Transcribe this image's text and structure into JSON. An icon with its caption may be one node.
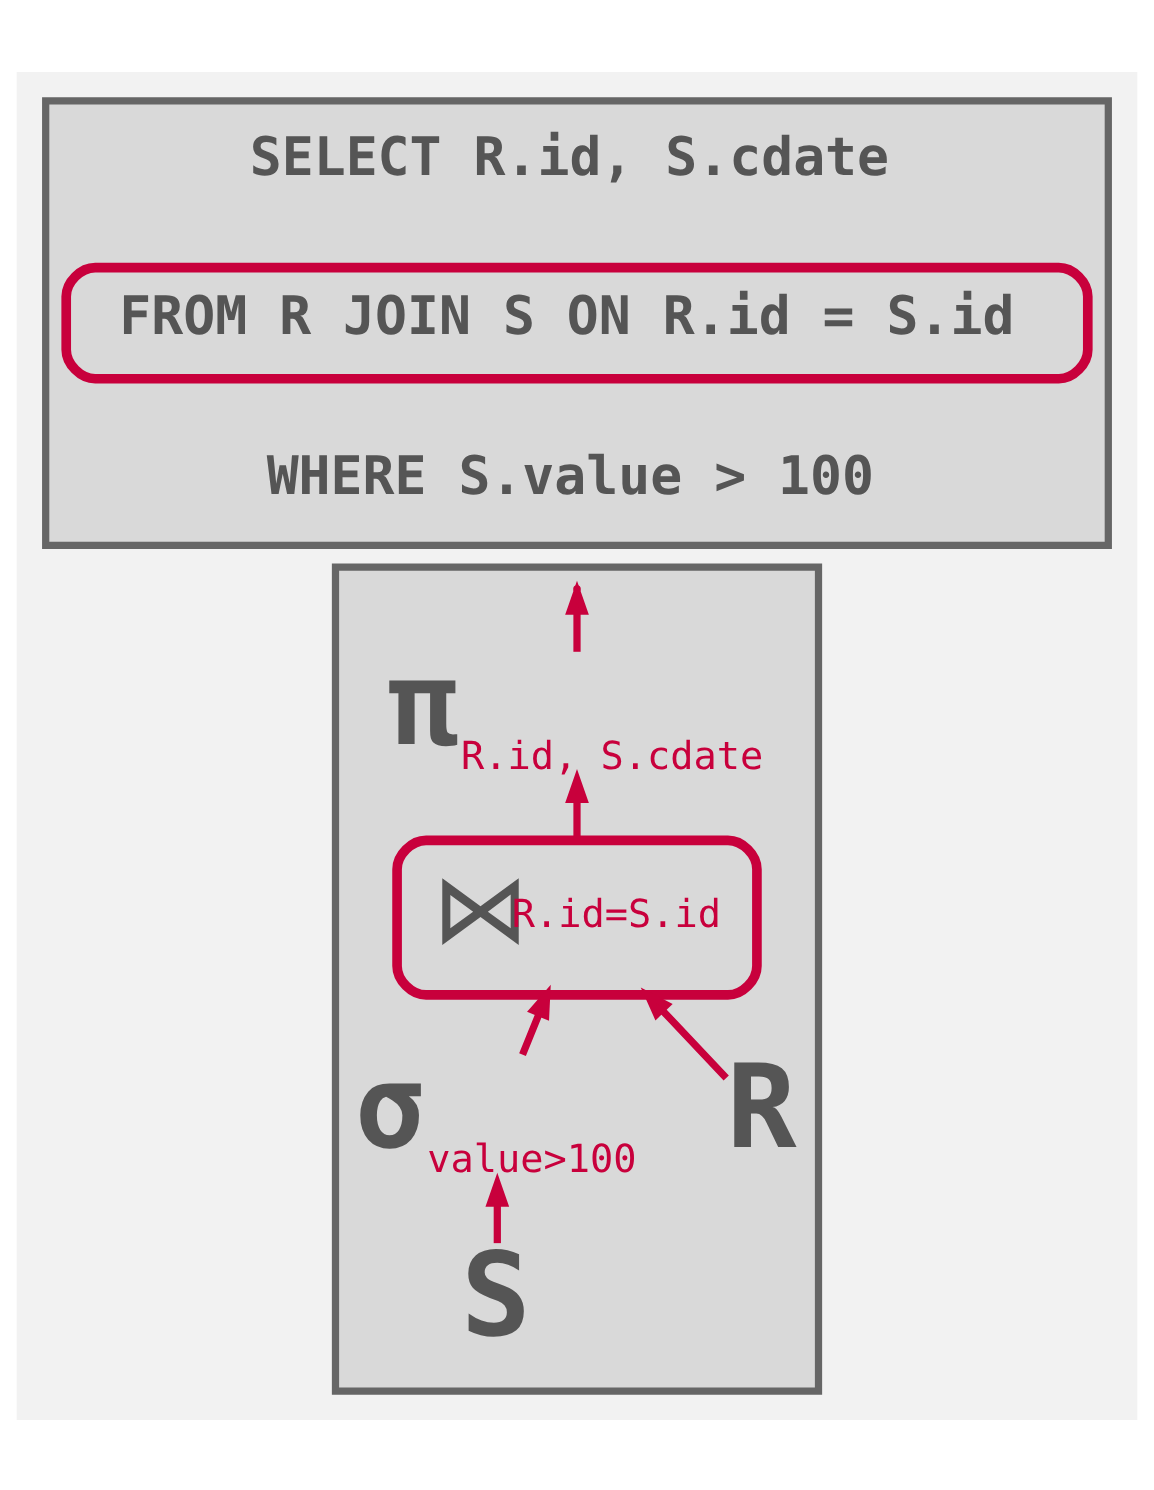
{
  "diagram": {
    "nodes": [
      {
        "text": [
          "SELECT R.id, S.cdate",
          "WHERE S.value > 100"
        ]
      },
      {
        "text": [
          "FROM R JOIN S ON R.id = S.id"
        ],
        "in": 0
      },
      {
        "text": [],
        "shape": "box"
      },
      {
        "text": [
          "π"
        ],
        "beside": [
          "R.id, S.cdate"
        ],
        "in": 2
      },
      {
        "text": [
          "⋈",
          "R.id=S.id"
        ],
        "in": 2
      },
      {
        "text": [
          "σ"
        ],
        "beside": [
          "value>100"
        ],
        "in": 2
      },
      {
        "text": [
          "R"
        ],
        "in": 2
      },
      {
        "text": [
          "S"
        ],
        "in": 2
      }
    ],
    "edges": [
      {
        "from": 6,
        "to": 4,
        "arrow": "to"
      },
      {
        "from": 5,
        "to": 4,
        "arrow": "to"
      },
      {
        "from": 7,
        "to": 5,
        "arrow": "to"
      },
      {
        "from": 4,
        "to": 3,
        "arrow": "to"
      },
      {
        "from": 3,
        "to": null,
        "arrow": "to"
      }
    ]
  }
}
